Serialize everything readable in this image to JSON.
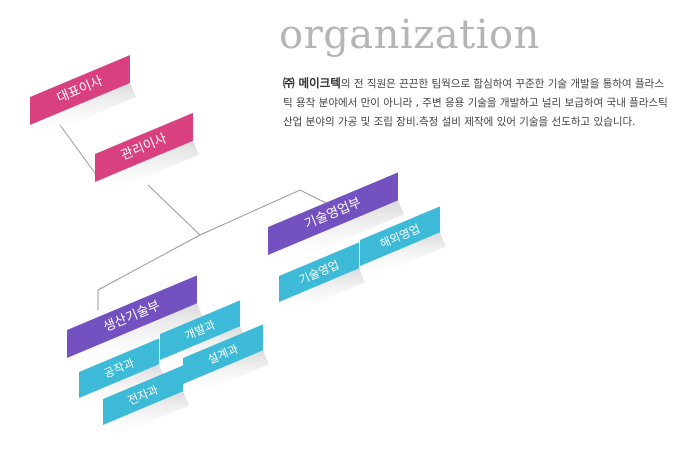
{
  "header": {
    "title": "organization",
    "company": "㈜ 메이크텍",
    "description": "의 전 직원은 끈끈한 팀웍으로 합심하여 꾸준한 기술 개발을 통하여 플라스틱 용착 분야에서 만이 아니라 , 주변 응용 기술을 개발하고 널리 보급하여 국내 플라스틱 산업 분야의 가공 및 조립 장비.측정 설비 제작에 있어 기술을 선도하고 있습니다."
  },
  "org": {
    "ceo": "대표이사",
    "director": "관리이사",
    "tech_sales_dept": "기술영업부",
    "tech_sales": "기술영업",
    "overseas_sales": "해외영업",
    "production_dept": "생산기술부",
    "development": "개발과",
    "manufacturing": "공작과",
    "design": "설계과",
    "electronics": "전자과"
  },
  "colors": {
    "executive": "#d94080",
    "department": "#7451c0",
    "team": "#3cbad8",
    "line": "#9a9a9a",
    "shadow": "#dcdcdc"
  }
}
